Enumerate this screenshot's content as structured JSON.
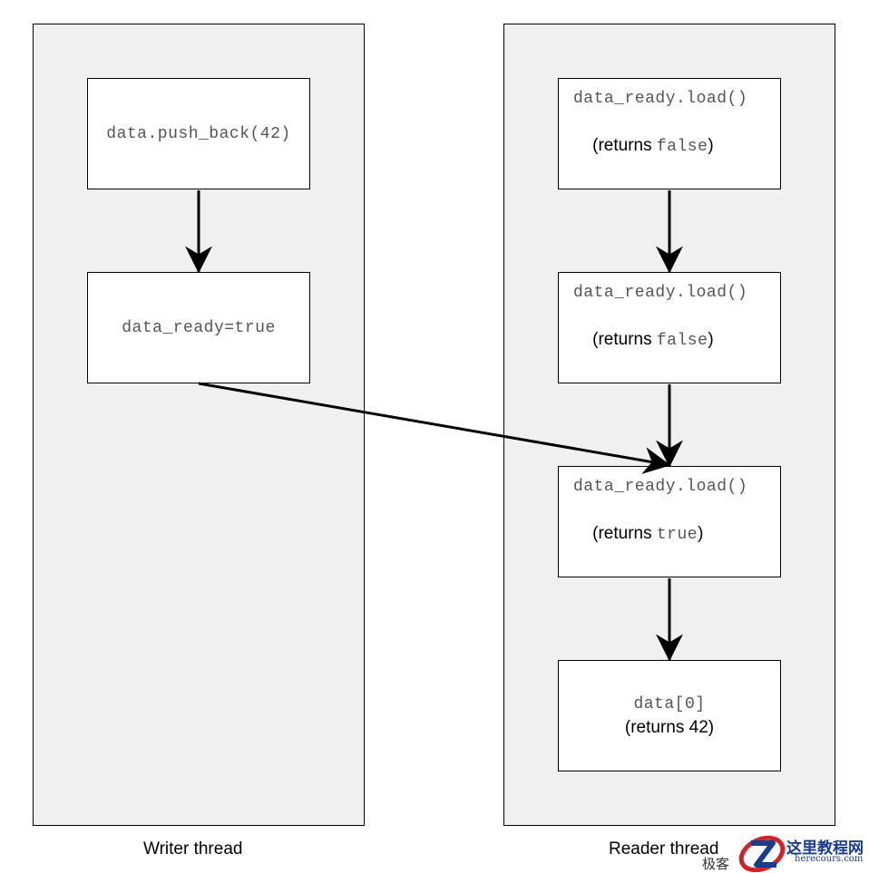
{
  "lanes": {
    "writer": {
      "label": "Writer thread"
    },
    "reader": {
      "label": "Reader thread"
    }
  },
  "writer_boxes": [
    {
      "code": "data.push_back(42)"
    },
    {
      "code": "data_ready=true"
    }
  ],
  "reader_boxes": [
    {
      "code": "data_ready.load()",
      "prefix": "(returns ",
      "value": "false",
      "suffix": ")"
    },
    {
      "code": "data_ready.load()",
      "prefix": "(returns ",
      "value": "false",
      "suffix": ")"
    },
    {
      "code": "data_ready.load()",
      "prefix": "(returns ",
      "value": "true",
      "suffix": ")"
    },
    {
      "code": "data[0]",
      "result": "(returns 42)"
    }
  ],
  "watermark": {
    "cn_top": "这里教程网",
    "site": "herecours.com",
    "cn_bottom": "极客",
    "colors": {
      "primary": "#1a3c8c",
      "accent": "#d0242b"
    }
  }
}
